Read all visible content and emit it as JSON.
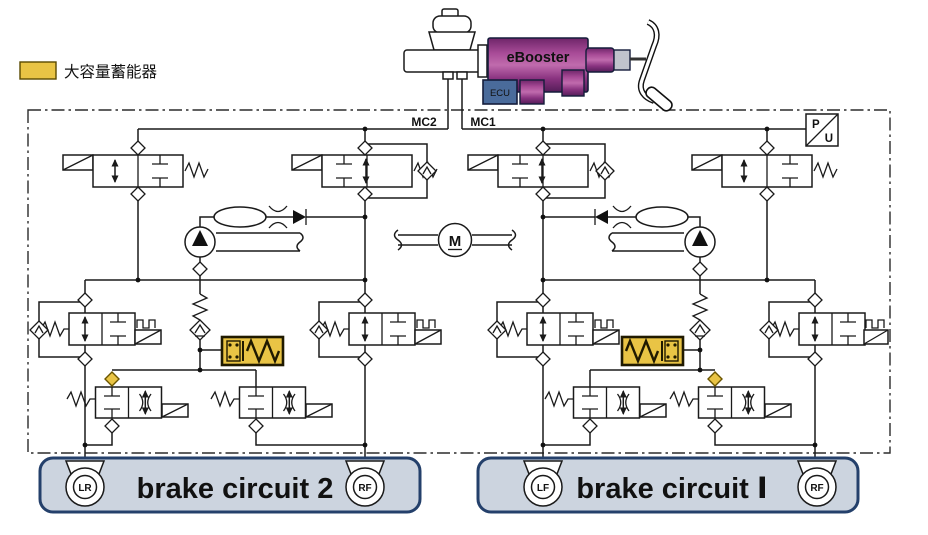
{
  "legend": {
    "accumulator_label": "大容量蓄能器"
  },
  "booster": {
    "name": "eBooster",
    "ecu": "ECU"
  },
  "circuit": {
    "mc2": "MC2",
    "mc1": "MC1",
    "sensor_p": "P",
    "sensor_u": "U",
    "motor": "M"
  },
  "brake_circuits": [
    {
      "title": "brake circuit 2",
      "left_wheel": "LR",
      "right_wheel": "RF"
    },
    {
      "title": "brake circuit Ⅰ",
      "left_wheel": "LF",
      "right_wheel": "RF"
    }
  ],
  "colors": {
    "accumulator": "#e9c445",
    "booster_body": "#8a3380",
    "ecu_box": "#4a6b9b",
    "brake_box_fill": "#ccd4df",
    "brake_box_border": "#24406b"
  }
}
